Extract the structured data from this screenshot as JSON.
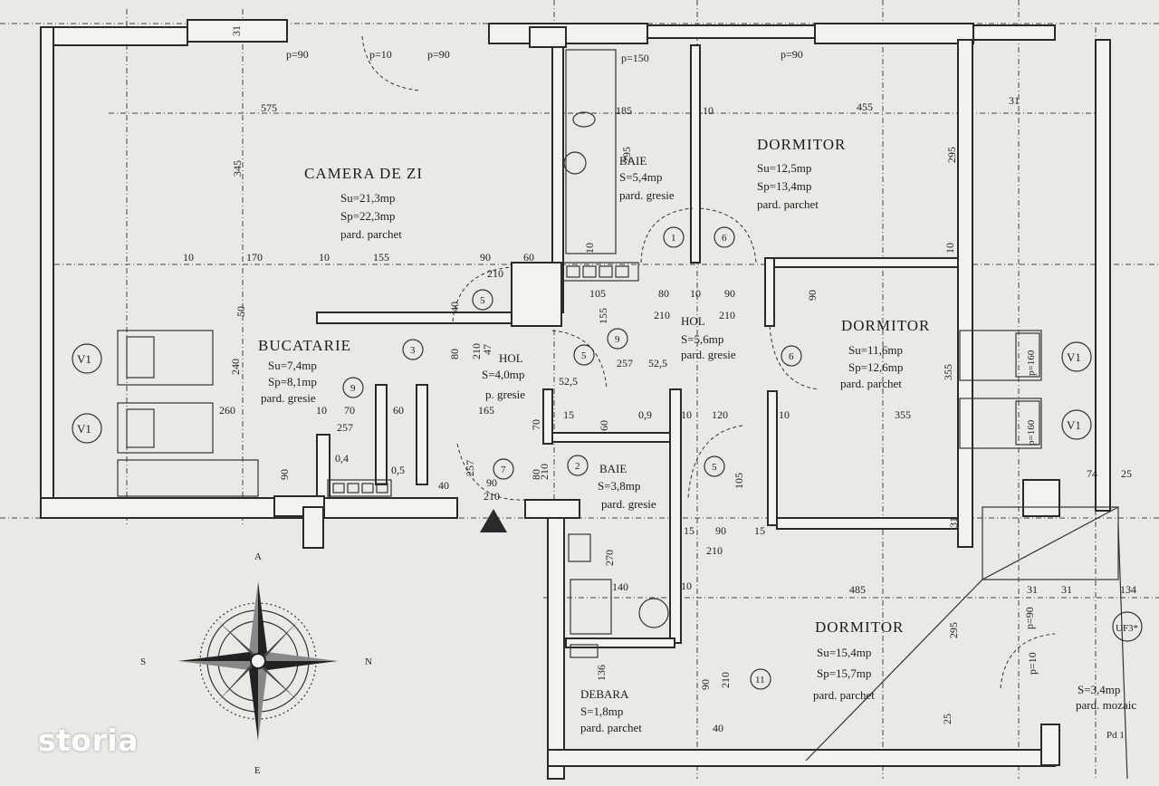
{
  "rooms": {
    "living": {
      "name": "CAMERA DE ZI",
      "su": "Su=21,3mp",
      "sp": "Sp=22,3mp",
      "floor": "pard. parchet"
    },
    "bath1": {
      "name": "BAIE",
      "s": "S=5,4mp",
      "floor": "pard. gresie"
    },
    "bed1": {
      "name": "DORMITOR",
      "su": "Su=12,5mp",
      "sp": "Sp=13,4mp",
      "floor": "pard. parchet"
    },
    "kitchen": {
      "name": "BUCATARIE",
      "su": "Su=7,4mp",
      "sp": "Sp=8,1mp",
      "floor": "pard. gresie"
    },
    "hall1": {
      "name": "HOL",
      "s": "S=4,0mp",
      "floor": "p. gresie"
    },
    "hall2": {
      "name": "HOL",
      "s": "S=5,6mp",
      "floor": "pard. gresie"
    },
    "bed2": {
      "name": "DORMITOR",
      "su": "Su=11,6mp",
      "sp": "Sp=12,6mp",
      "floor": "pard. parchet"
    },
    "bath2": {
      "name": "BAIE",
      "s": "S=3,8mp",
      "floor": "pard. gresie"
    },
    "storage": {
      "name": "DEBARA",
      "s": "S=1,8mp",
      "floor": "pard. parchet"
    },
    "bed3": {
      "name": "DORMITOR",
      "su": "Su=15,4mp",
      "sp": "Sp=15,7mp",
      "floor": "pard. parchet"
    },
    "balcony": {
      "s": "S=3,4mp",
      "floor": "pard. mozaic"
    }
  },
  "dimensions": [
    "p=90",
    "p=10",
    "p=90",
    "p=150",
    "p=90",
    "31",
    "575",
    "185",
    "10",
    "455",
    "31",
    "345",
    "295",
    "295",
    "10",
    "170",
    "10",
    "155",
    "90",
    "60",
    "210",
    "105",
    "80",
    "10",
    "90",
    "210",
    "210",
    "90",
    "40",
    "80",
    "210",
    "47",
    "155",
    "240",
    "50",
    "52,5",
    "257",
    "52,5",
    "10",
    "70",
    "60",
    "165",
    "70",
    "15",
    "60",
    "0,9",
    "10",
    "120",
    "10",
    "355",
    "355",
    "260",
    "257",
    "0,4",
    "0,5",
    "90",
    "40",
    "257",
    "90",
    "210",
    "80",
    "210",
    "105",
    "15",
    "90",
    "210",
    "15",
    "270",
    "140",
    "10",
    "485",
    "295",
    "136",
    "90",
    "210",
    "40",
    "74",
    "25",
    "134",
    "31",
    "p=90",
    "p=10",
    "31",
    "25",
    "31",
    "10",
    "10"
  ],
  "labels": {
    "v1_a": "V1",
    "v1_b": "V1",
    "v1_c": "V1",
    "v1_d": "V1",
    "p160_a": "p=160",
    "p160_b": "p=160",
    "uf3": "UF3*",
    "pd1": "Pd 1",
    "doors": [
      "1",
      "6",
      "5",
      "3",
      "9",
      "5",
      "9",
      "6",
      "2",
      "7",
      "5",
      "11"
    ]
  },
  "compass": {
    "north": "N",
    "south": "S",
    "east": "E",
    "west": "A"
  },
  "watermark": "storia"
}
